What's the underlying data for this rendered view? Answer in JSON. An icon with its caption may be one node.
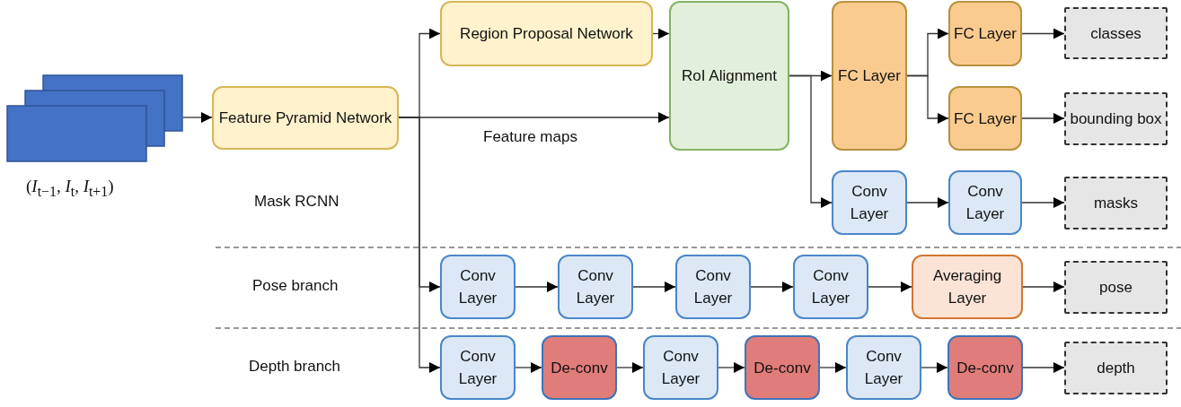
{
  "diagram": {
    "nodes": [
      {
        "text": [],
        "shape": "box",
        "beside": [
          "(*I*$_{t−1}$, *I*$_{t}$, *I*$_{t+1}$)"
        ]
      },
      {
        "text": [
          "Feature Pyramid Network"
        ]
      },
      {
        "text": [
          "Region Proposal Network"
        ]
      },
      {
        "text": [
          "RoI Alignment"
        ]
      },
      {
        "text": [
          "FC Layer"
        ]
      },
      {
        "text": [
          "FC Layer"
        ]
      },
      {
        "text": [
          "classes"
        ]
      },
      {
        "text": [
          "FC Layer"
        ]
      },
      {
        "text": [
          "bounding box"
        ]
      },
      {
        "text": [
          "Conv Layer"
        ]
      },
      {
        "text": [
          "Conv Layer"
        ]
      },
      {
        "text": [
          "masks"
        ]
      },
      {
        "text": [
          "Conv Layer"
        ]
      },
      {
        "text": [
          "Conv Layer"
        ]
      },
      {
        "text": [
          "Conv Layer"
        ]
      },
      {
        "text": [
          "Conv Layer"
        ]
      },
      {
        "text": [
          "Averaging Layer"
        ]
      },
      {
        "text": [
          "pose"
        ]
      },
      {
        "text": [
          "Conv Layer"
        ]
      },
      {
        "text": [
          "De-conv"
        ]
      },
      {
        "text": [
          "Conv Layer"
        ]
      },
      {
        "text": [
          "De-conv"
        ]
      },
      {
        "text": [
          "Conv Layer"
        ]
      },
      {
        "text": [
          "De-conv"
        ]
      },
      {
        "text": [
          "depth"
        ]
      }
    ],
    "edges": [
      {
        "from": 0,
        "to": 1,
        "arrow": "to"
      },
      {
        "from": 1,
        "to": 2,
        "arrow": "to"
      },
      {
        "from": 1,
        "to": 3,
        "arrow": "to",
        "label": "Feature maps"
      },
      {
        "from": 1,
        "to": 12,
        "arrow": "to"
      },
      {
        "from": 1,
        "to": 18,
        "arrow": "to"
      },
      {
        "from": 2,
        "to": 3,
        "arrow": "to"
      },
      {
        "from": 3,
        "to": 4,
        "arrow": "to"
      },
      {
        "from": 3,
        "to": 9,
        "arrow": "to"
      },
      {
        "from": 4,
        "to": 5,
        "arrow": "to"
      },
      {
        "from": 4,
        "to": 7,
        "arrow": "to"
      },
      {
        "from": 5,
        "to": 6,
        "arrow": "to"
      },
      {
        "from": 7,
        "to": 8,
        "arrow": "to"
      },
      {
        "from": 9,
        "to": 10,
        "arrow": "to"
      },
      {
        "from": 10,
        "to": 11,
        "arrow": "to"
      },
      {
        "from": 12,
        "to": 13,
        "arrow": "to"
      },
      {
        "from": 13,
        "to": 14,
        "arrow": "to"
      },
      {
        "from": 14,
        "to": 15,
        "arrow": "to"
      },
      {
        "from": 15,
        "to": 16,
        "arrow": "to"
      },
      {
        "from": 16,
        "to": 17,
        "arrow": "to"
      },
      {
        "from": 18,
        "to": 19,
        "arrow": "to"
      },
      {
        "from": 19,
        "to": 20,
        "arrow": "to"
      },
      {
        "from": 20,
        "to": 21,
        "arrow": "to"
      },
      {
        "from": 21,
        "to": 22,
        "arrow": "to"
      },
      {
        "from": 22,
        "to": 23,
        "arrow": "to"
      },
      {
        "from": 23,
        "to": 24,
        "arrow": "to"
      }
    ],
    "labels": [
      "Mask RCNN",
      "Pose branch",
      "Depth branch"
    ]
  }
}
